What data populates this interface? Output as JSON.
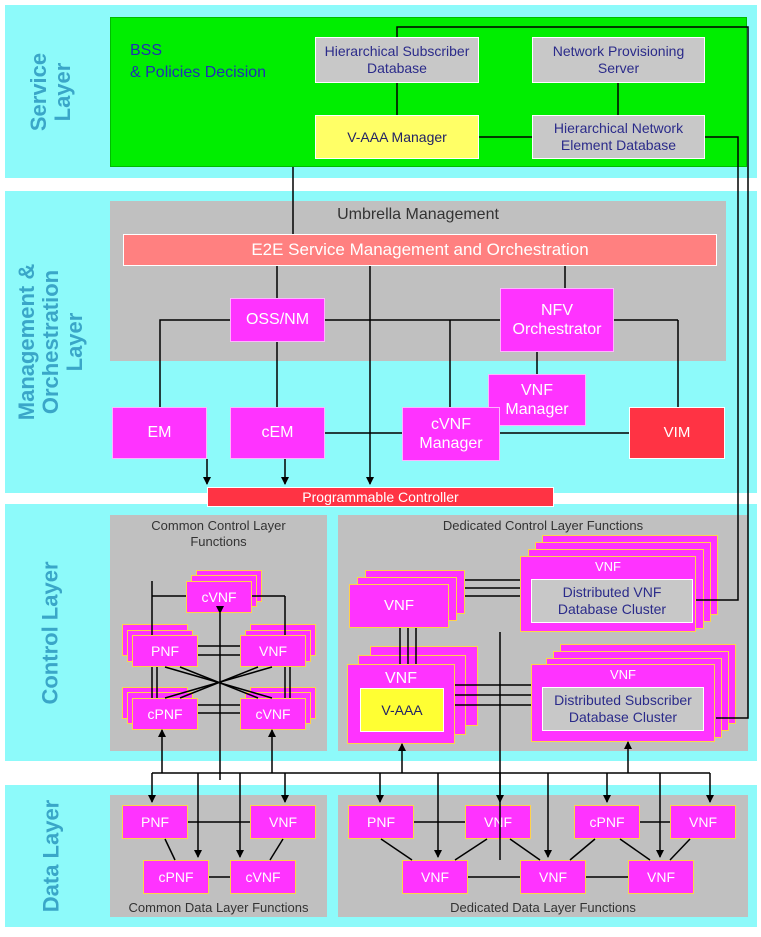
{
  "layers": {
    "service": "Service\nLayer",
    "management": "Management &\nOrchestration\nLayer",
    "control": "Control Layer",
    "data": "Data Layer"
  },
  "service": {
    "bss": "BSS\n& Policies Decision",
    "hier_sub_db": "Hierarchical Subscriber\nDatabase",
    "net_prov": "Network Provisioning\nServer",
    "vaaa_mgr": "V-AAA Manager",
    "hier_ne_db": "Hierarchical Network\nElement Database"
  },
  "management": {
    "umbrella": "Umbrella Management",
    "e2e": "E2E Service Management and Orchestration",
    "oss": "OSS/NM",
    "nfvo": "NFV\nOrchestrator",
    "vnfm": "VNF\nManager",
    "em": "EM",
    "cem": "cEM",
    "cvnfm": "cVNF\nManager",
    "vim": "VIM",
    "prog_ctrl": "Programmable Controller"
  },
  "control": {
    "common_title": "Common Control Layer\nFunctions",
    "dedicated_title": "Dedicated Control Layer Functions",
    "cvnf": "cVNF",
    "pnf": "PNF",
    "vnf": "VNF",
    "cpnf": "cPNF",
    "vaaa": "V-AAA",
    "dist_vnf_db": "Distributed VNF\nDatabase Cluster",
    "dist_sub_db": "Distributed Subscriber\nDatabase Cluster"
  },
  "data_layer": {
    "common_title": "Common Data Layer Functions",
    "dedicated_title": "Dedicated Data Layer Functions",
    "pnf": "PNF",
    "vnf": "VNF",
    "cpnf": "cPNF",
    "cvnf": "cVNF"
  }
}
